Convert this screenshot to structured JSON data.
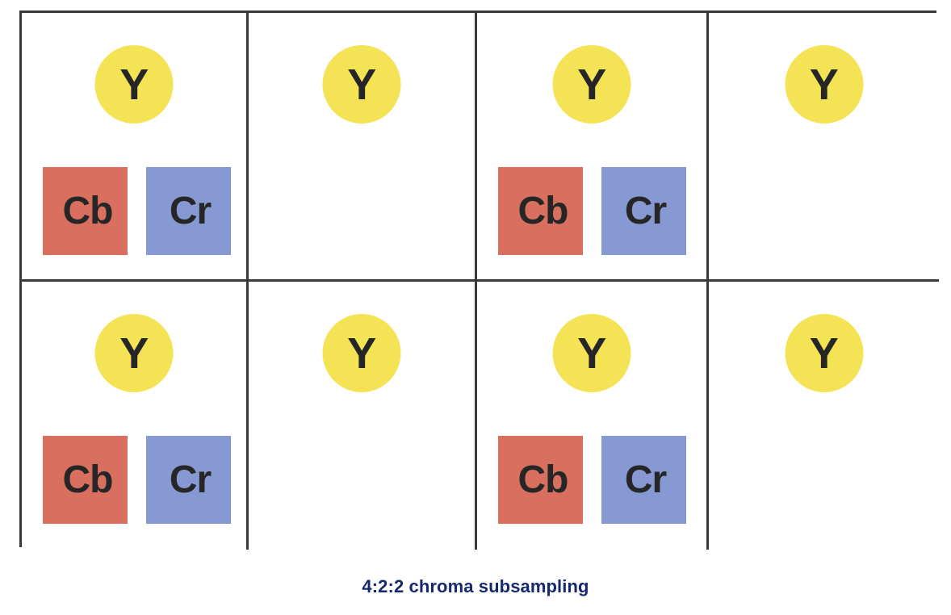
{
  "figure": {
    "caption": "4:2:2 chroma subsampling",
    "caption_color": "#152a6e",
    "background": "#ffffff",
    "border_color": "#3a3a3a"
  },
  "legend": {
    "luma_label": "Y",
    "chroma_blue_label": "Cb",
    "chroma_red_label": "Cr",
    "luma_color": "#f5e356",
    "chroma_blue_color": "#d9705f",
    "chroma_red_color": "#8699d3",
    "glyph_color": "#262626"
  },
  "grid": {
    "columns": 4,
    "rows": 2,
    "cells": [
      {
        "id": "r1c1",
        "row": 1,
        "col": 1,
        "luma": "Y",
        "chroma_cb": "Cb",
        "chroma_cr": "Cr",
        "has_chroma": true
      },
      {
        "id": "r1c2",
        "row": 1,
        "col": 2,
        "luma": "Y",
        "chroma_cb": "",
        "chroma_cr": "",
        "has_chroma": false
      },
      {
        "id": "r1c3",
        "row": 1,
        "col": 3,
        "luma": "Y",
        "chroma_cb": "Cb",
        "chroma_cr": "Cr",
        "has_chroma": true
      },
      {
        "id": "r1c4",
        "row": 1,
        "col": 4,
        "luma": "Y",
        "chroma_cb": "",
        "chroma_cr": "",
        "has_chroma": false
      },
      {
        "id": "r2c1",
        "row": 2,
        "col": 1,
        "luma": "Y",
        "chroma_cb": "Cb",
        "chroma_cr": "Cr",
        "has_chroma": true
      },
      {
        "id": "r2c2",
        "row": 2,
        "col": 2,
        "luma": "Y",
        "chroma_cb": "",
        "chroma_cr": "",
        "has_chroma": false
      },
      {
        "id": "r2c3",
        "row": 2,
        "col": 3,
        "luma": "Y",
        "chroma_cb": "Cb",
        "chroma_cr": "Cr",
        "has_chroma": true
      },
      {
        "id": "r2c4",
        "row": 2,
        "col": 4,
        "luma": "Y",
        "chroma_cb": "",
        "chroma_cr": "",
        "has_chroma": false
      }
    ]
  },
  "chart_data": {
    "type": "diagram",
    "title": "4:2:2 chroma subsampling",
    "description": "Pixel grid of 4 columns by 2 rows. Every pixel carries a luma (Y) sample; chroma (Cb and Cr) samples are present on every other column, in both rows.",
    "luma_samples_per_row": 4,
    "chroma_samples_per_row": 2,
    "rows": 2,
    "chroma_columns": [
      1,
      3
    ],
    "luma_columns": [
      1,
      2,
      3,
      4
    ]
  }
}
